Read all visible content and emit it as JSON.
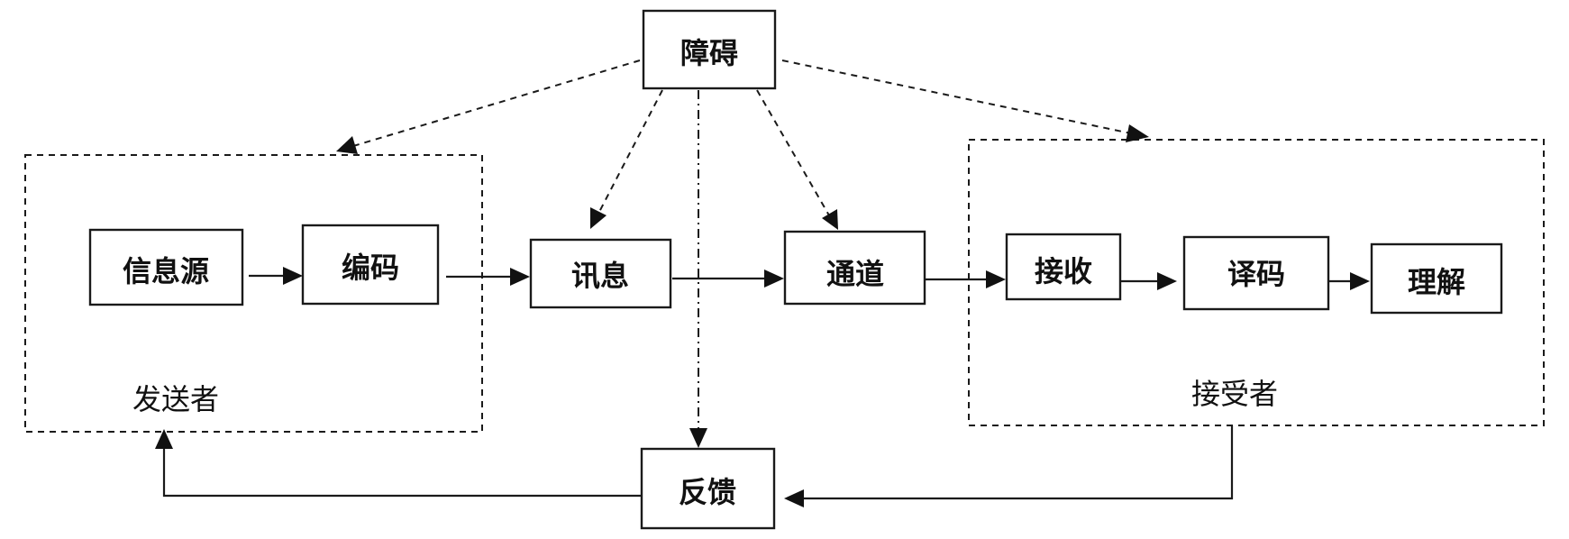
{
  "nodes": {
    "obstacle": "障碍",
    "source": "信息源",
    "encode": "编码",
    "message": "讯息",
    "channel": "通道",
    "receive": "接收",
    "decode": "译码",
    "understand": "理解",
    "feedback": "反馈"
  },
  "groups": {
    "sender": "发送者",
    "receiver": "接受者"
  }
}
